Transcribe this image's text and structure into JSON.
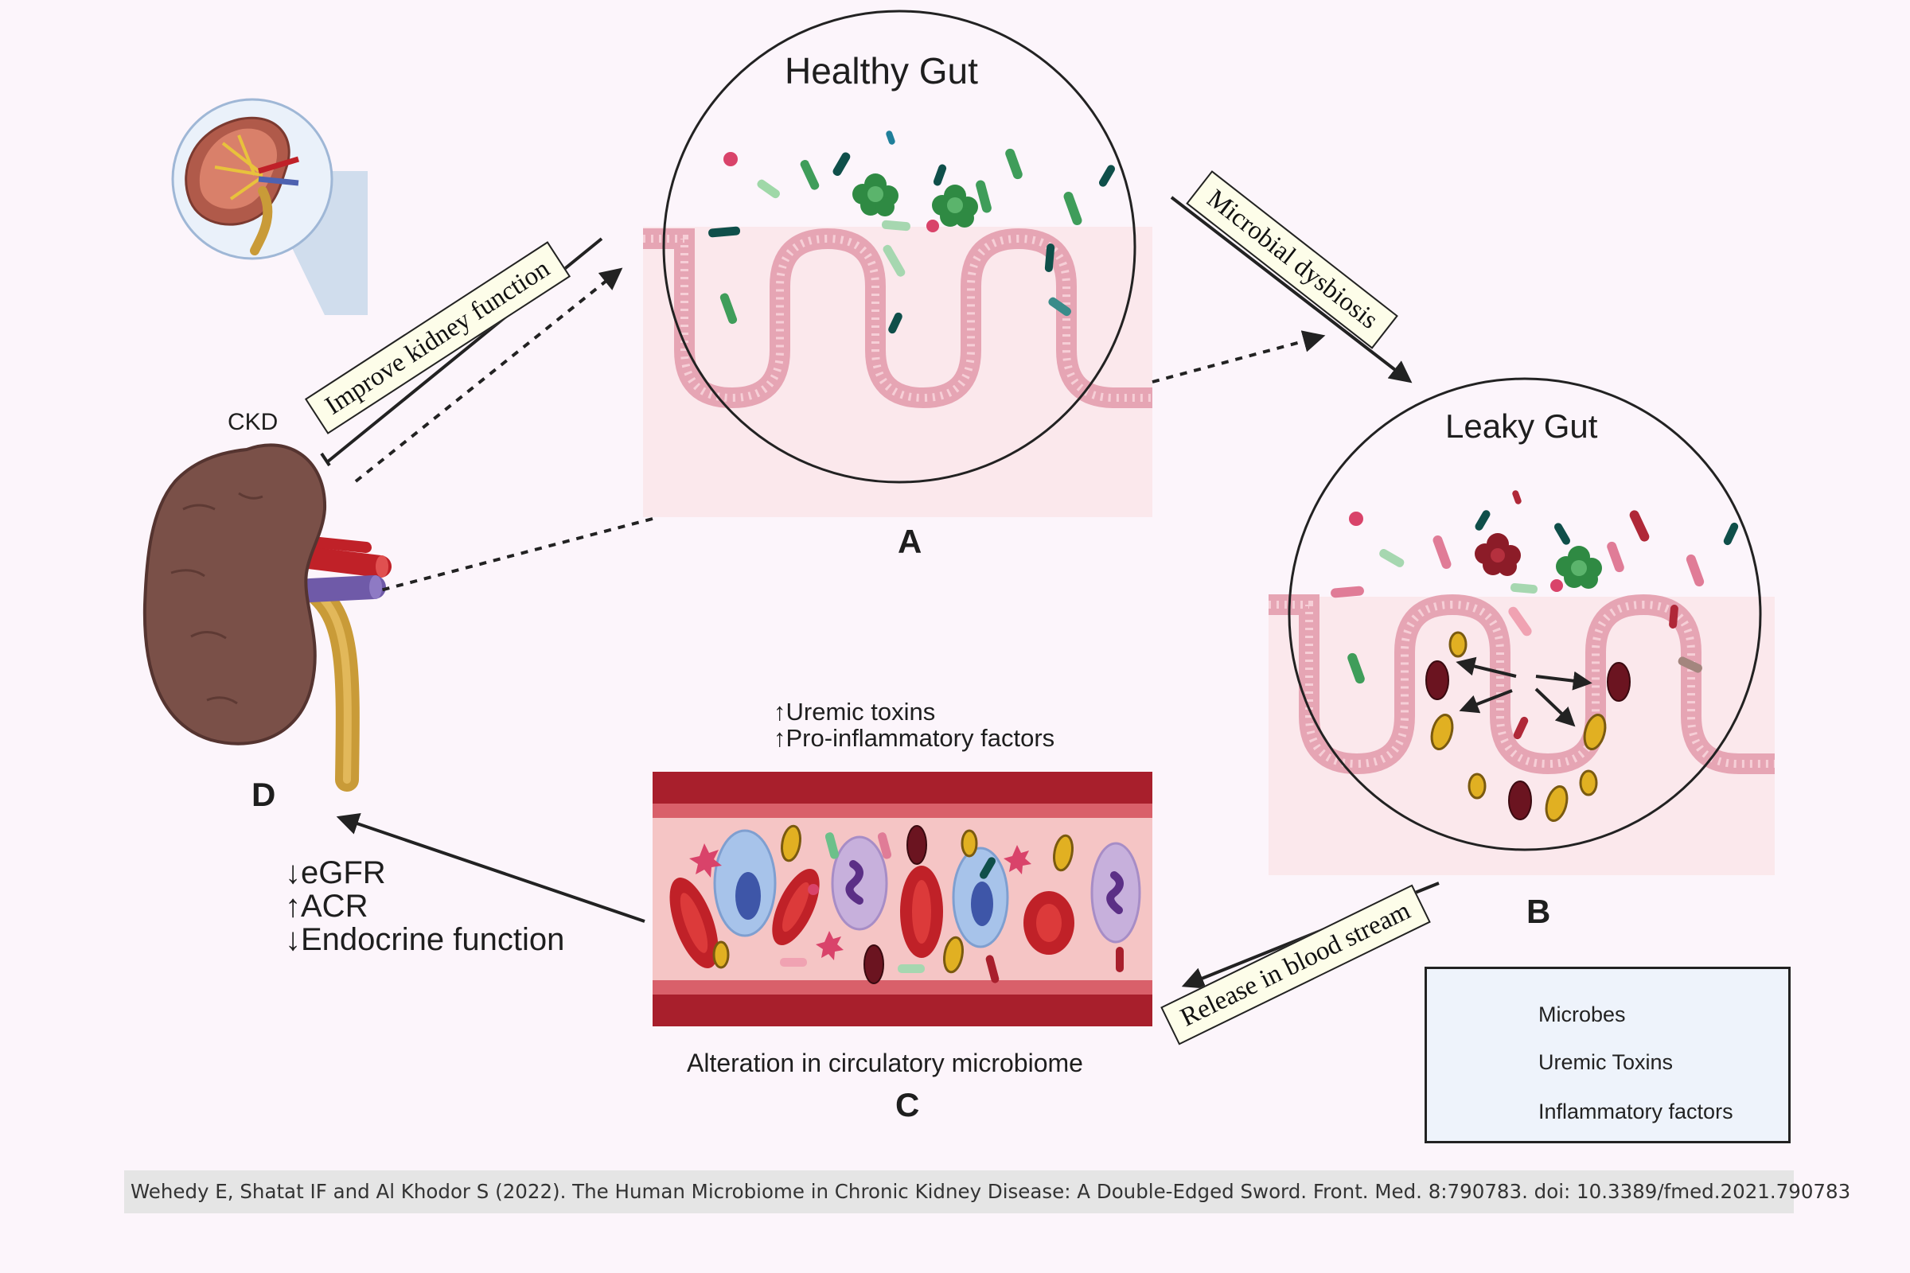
{
  "diagram": {
    "healthy_gut_title": "Healthy Gut",
    "leaky_gut_title": "Leaky Gut",
    "label_a": "A",
    "label_b": "B",
    "label_c": "C",
    "label_d": "D",
    "ckd_label": "CKD",
    "arrow_improve": "Improve kidney function",
    "arrow_dysbiosis": "Microbial dysbiosis",
    "arrow_release": "Release in blood stream",
    "rising_items": [
      "↑Uremic toxins",
      "↑Pro-inflammatory factors"
    ],
    "kidney_effects": [
      "↓eGFR",
      "↑ACR",
      "↓Endocrine function"
    ],
    "circulatory_caption": "Alteration in circulatory microbiome"
  },
  "legend": {
    "items": [
      {
        "label": "Microbes",
        "icon": "microbes-icon"
      },
      {
        "label": "Uremic Toxins",
        "icon": "uremic-toxins-icon"
      },
      {
        "label": "Inflammatory factors",
        "icon": "inflammatory-factor-icon"
      }
    ]
  },
  "citation": "Wehedy E, Shatat IF and Al Khodor S (2022). The Human Microbiome in Chronic Kidney Disease: A Double-Edged Sword. Front. Med. 8:790783. doi: 10.3389/fmed.2021.790783",
  "colors": {
    "background": "#fcf5fb",
    "tissue": "#fbe8ec",
    "villus_border": "#e6a5b4",
    "kidney": "#7a5048",
    "blood_vessel": "#b22430",
    "label_box": "#fdfde9"
  }
}
